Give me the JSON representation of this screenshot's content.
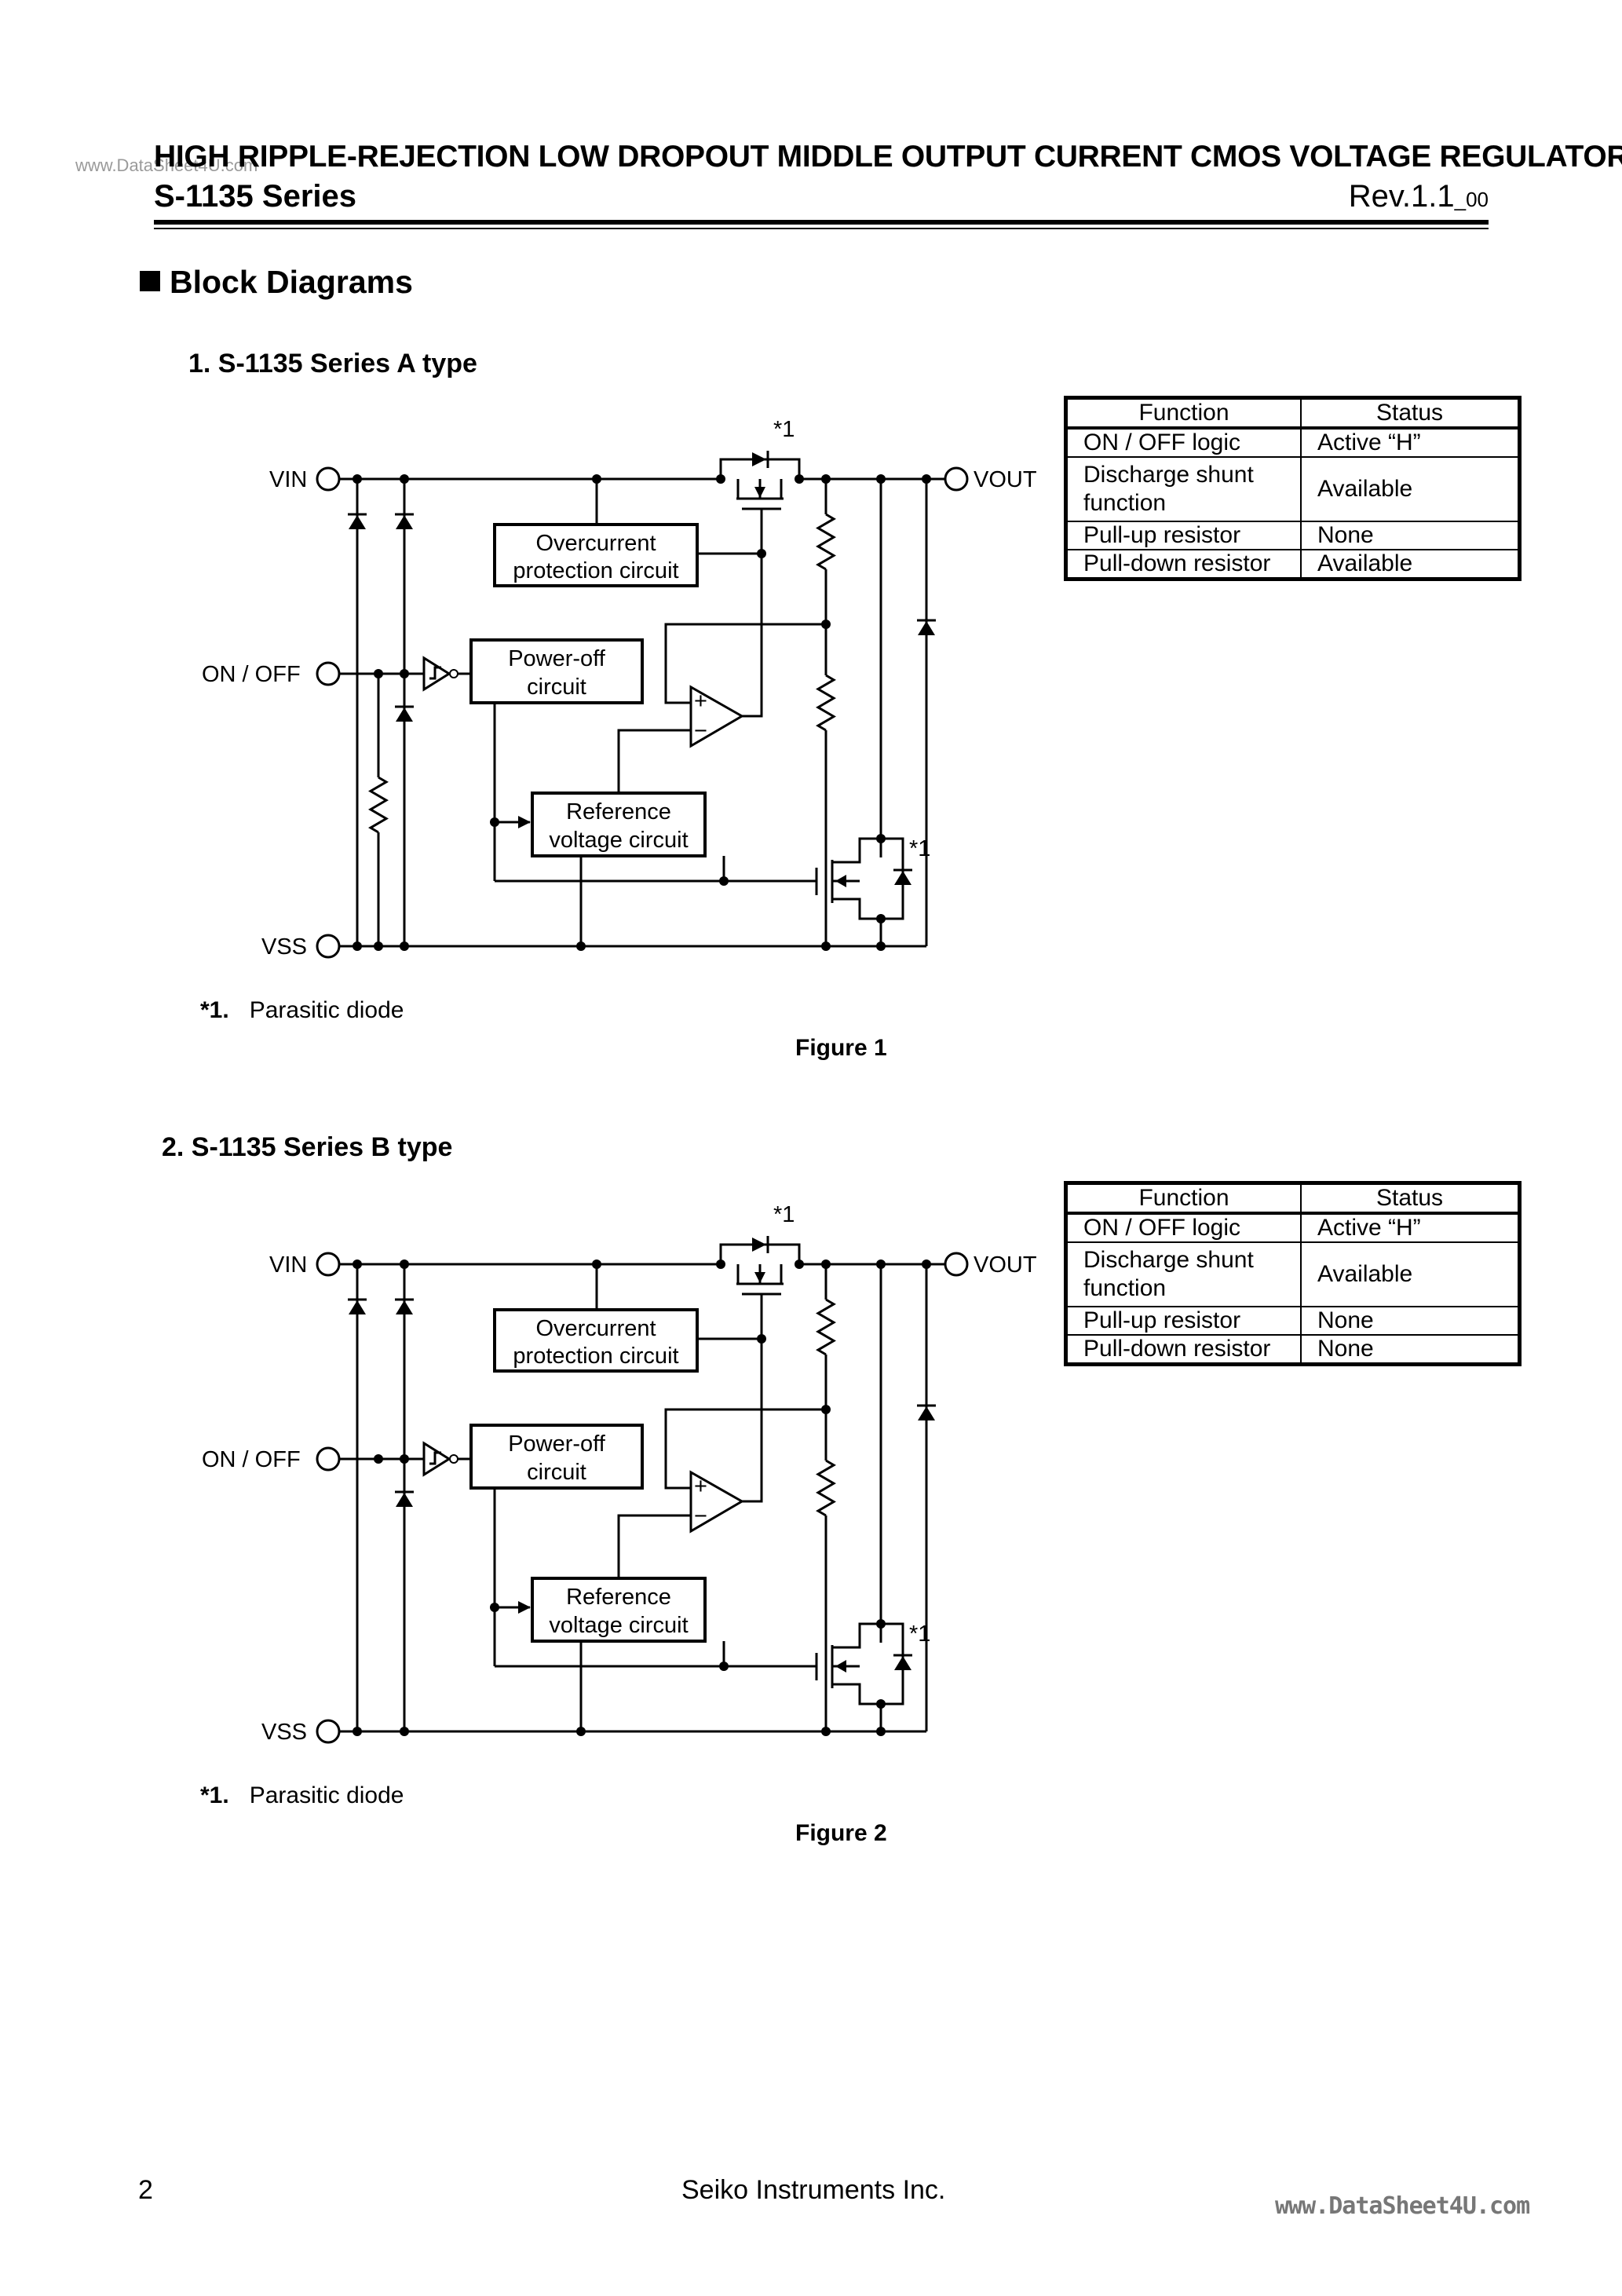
{
  "header": {
    "watermark_top": "www.DataSheet4U.com",
    "title": "HIGH RIPPLE-REJECTION LOW DROPOUT MIDDLE OUTPUT CURRENT CMOS VOLTAGE REGULATOR",
    "series": "S-1135 Series",
    "rev_main": "Rev.1.1",
    "rev_sub": "_00"
  },
  "section_title": "Block Diagrams",
  "labels": {
    "vin": "VIN",
    "vout": "VOUT",
    "onoff": "ON / OFF",
    "vss": "VSS",
    "overcurrent_1": "Overcurrent",
    "overcurrent_2": "protection circuit",
    "poweroff_1": "Power-off",
    "poweroff_2": "circuit",
    "reference_1": "Reference",
    "reference_2": "voltage circuit",
    "plus": "+",
    "minus": "−",
    "star1": "*1"
  },
  "diagrams": [
    {
      "heading": "1.   S-1135 Series A type",
      "note_mark": "*1.",
      "note_text": "Parasitic diode",
      "figure": "Figure 1",
      "table": {
        "headers": [
          "Function",
          "Status"
        ],
        "rows": [
          [
            "ON / OFF logic",
            "Active “H”"
          ],
          [
            "Discharge shunt function",
            "Available"
          ],
          [
            "Pull-up resistor",
            "None"
          ],
          [
            "Pull-down resistor",
            "Available"
          ]
        ]
      }
    },
    {
      "heading": "2.   S-1135 Series B type",
      "note_mark": "*1.",
      "note_text": "Parasitic diode",
      "figure": "Figure 2",
      "table": {
        "headers": [
          "Function",
          "Status"
        ],
        "rows": [
          [
            "ON / OFF logic",
            "Active “H”"
          ],
          [
            "Discharge shunt function",
            "Available"
          ],
          [
            "Pull-up resistor",
            "None"
          ],
          [
            "Pull-down resistor",
            "None"
          ]
        ]
      }
    }
  ],
  "footer": {
    "page_number": "2",
    "company": "Seiko Instruments Inc.",
    "watermark_bottom": "www.DataSheet4U.com"
  }
}
